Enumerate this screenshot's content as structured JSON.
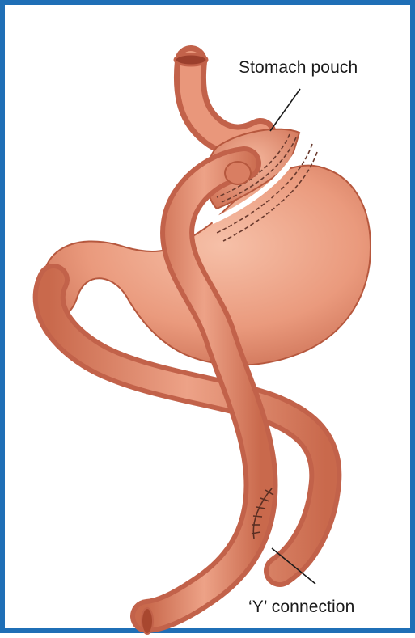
{
  "labels": {
    "stomach_pouch": "Stomach pouch",
    "y_connection": "‘Y’ connection"
  },
  "colors": {
    "frame_border": "#1f6fb6",
    "tissue_base": "#e48a6c",
    "tissue_dark": "#b9573c",
    "tissue_light": "#f3b49b",
    "staple_line": "#6a3a2e",
    "leader_line": "#1a1a1a"
  },
  "icons": {
    "figure": "gastric-bypass-illustration"
  }
}
